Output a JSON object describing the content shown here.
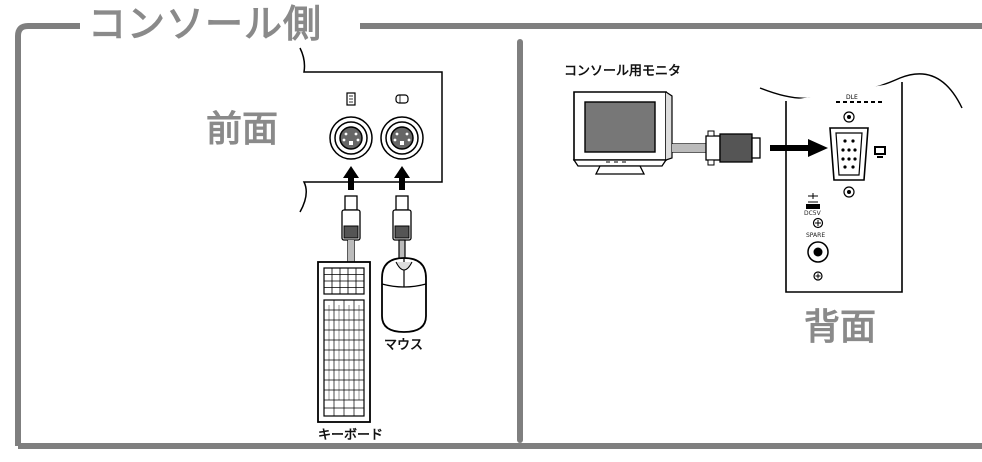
{
  "title": "コンソール側",
  "front": {
    "label": "前面"
  },
  "back": {
    "label": "背面",
    "spare_label": "SPARE",
    "dc_label": "DC5V"
  },
  "devices": {
    "monitor": "コンソール用モニタ",
    "mouse": "マウス",
    "keyboard": "キーボード"
  },
  "colors": {
    "frame": "#7f7f7f",
    "heading": "#8a8a8a",
    "line": "#000000"
  }
}
